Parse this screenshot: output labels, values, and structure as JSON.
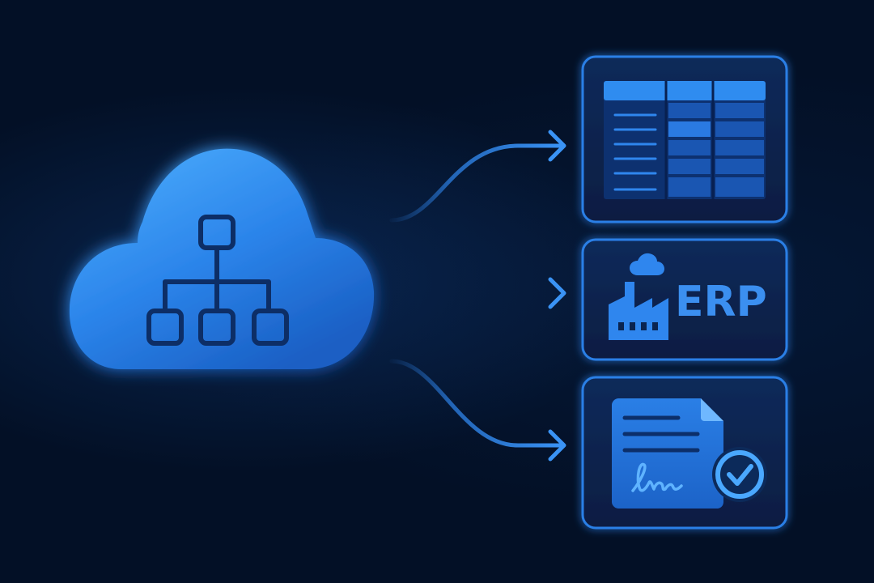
{
  "diagram": {
    "source": {
      "shape": "cloud",
      "icon": "hierarchy-org-chart-icon"
    },
    "connectors": [
      {
        "target": "spreadsheet-card",
        "style": "arrow"
      },
      {
        "target": "erp-card",
        "style": "arrow"
      },
      {
        "target": "signed-document-card",
        "style": "arrow"
      }
    ],
    "targets": [
      {
        "id": "spreadsheet-card",
        "icon": "spreadsheet-table-icon",
        "label": ""
      },
      {
        "id": "erp-card",
        "icon": "factory-icon",
        "label": "ERP"
      },
      {
        "id": "signed-document-card",
        "icon": "signed-document-check-icon",
        "label": ""
      }
    ],
    "colors": {
      "background": "#031026",
      "accent": "#2f86ee",
      "accent_light": "#4aa8ff",
      "card_fill": "#0a2450",
      "card_border": "#2b7fe6"
    }
  }
}
